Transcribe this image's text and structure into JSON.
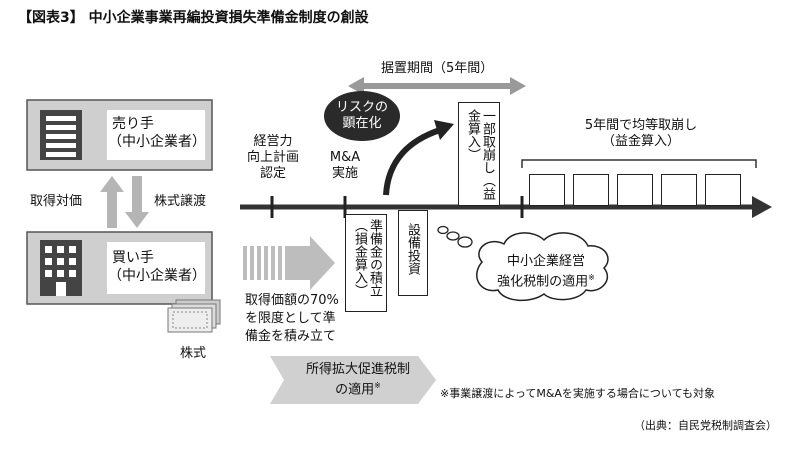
{
  "title": "【図表3】 中小企業事業再編投資損失準備金制度の創設",
  "seller": {
    "line1": "売り手",
    "line2": "（中小企業者）"
  },
  "buyer": {
    "line1": "買い手",
    "line2": "（中小企業者）"
  },
  "left_labels": {
    "price": "取得対価",
    "transfer": "株式譲渡",
    "stock": "株式"
  },
  "timeline": {
    "period": "据置期間（5年間）",
    "certify": {
      "line1": "経営力",
      "line2": "向上計画",
      "line3": "認定"
    },
    "ma": {
      "line1": "M&A",
      "line2": "実施"
    },
    "risk": {
      "line1": "リスクの",
      "line2": "顕在化"
    },
    "reserve": "準備金の積立（損金算入）",
    "invest": "設備投資",
    "partial": "一部取崩し（益金算入）",
    "equal": {
      "line1": "5年間で均等取崩し",
      "line2": "（益金算入）"
    }
  },
  "cloud": {
    "line1": "中小企業経営",
    "line2": "強化税制の適用",
    "mark": "※"
  },
  "limit_text": {
    "line1": "取得価額の70%",
    "line2": "を限度として準",
    "line3": "備金を積み立て"
  },
  "promo": {
    "line1": "所得拡大促進税制",
    "line2": "の適用",
    "mark": "※"
  },
  "note": "※事業譲渡によってM&Aを実施する場合についても対象",
  "source": "（出典：自民党税制調査会）"
}
